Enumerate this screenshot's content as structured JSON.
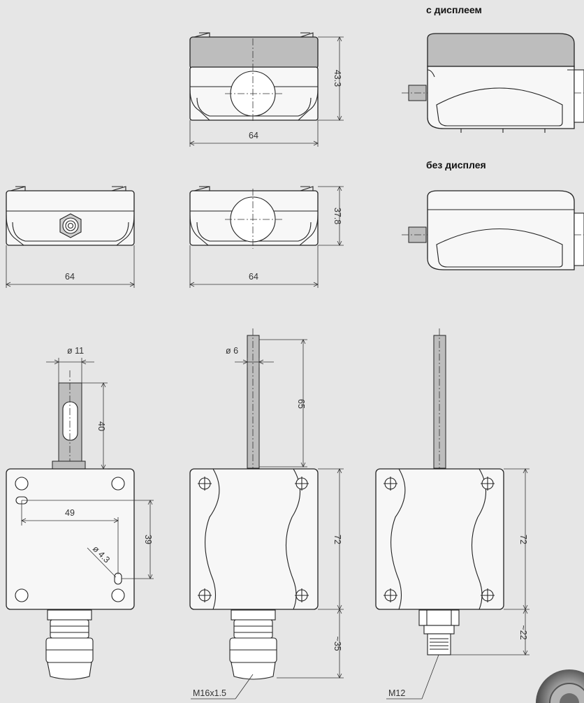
{
  "labels": {
    "with_display": "с дисплеем",
    "without_display": "без дисплея"
  },
  "dimensions": {
    "top_height_display": "43.3",
    "top_width_display": "64",
    "side_width": "64",
    "front_width_nodisplay": "64",
    "height_nodisplay": "37.8",
    "probe_dia_11": "ø 11",
    "probe_len_40": "40",
    "probe_dia_6": "ø 6",
    "probe_len_65": "65",
    "hole_spacing_49": "49",
    "hole_spacing_39": "39",
    "hole_dia": "ø 4.3",
    "body_height_mid": "72",
    "body_height_right": "72",
    "gland_len_35": "~35",
    "connector_len_22": "~22",
    "thread_m16": "M16x1.5",
    "thread_m12": "M12"
  },
  "colors": {
    "background": "#e6e6e6",
    "line": "#222222",
    "lid": "#bdbdbd",
    "body": "#f7f7f7"
  }
}
